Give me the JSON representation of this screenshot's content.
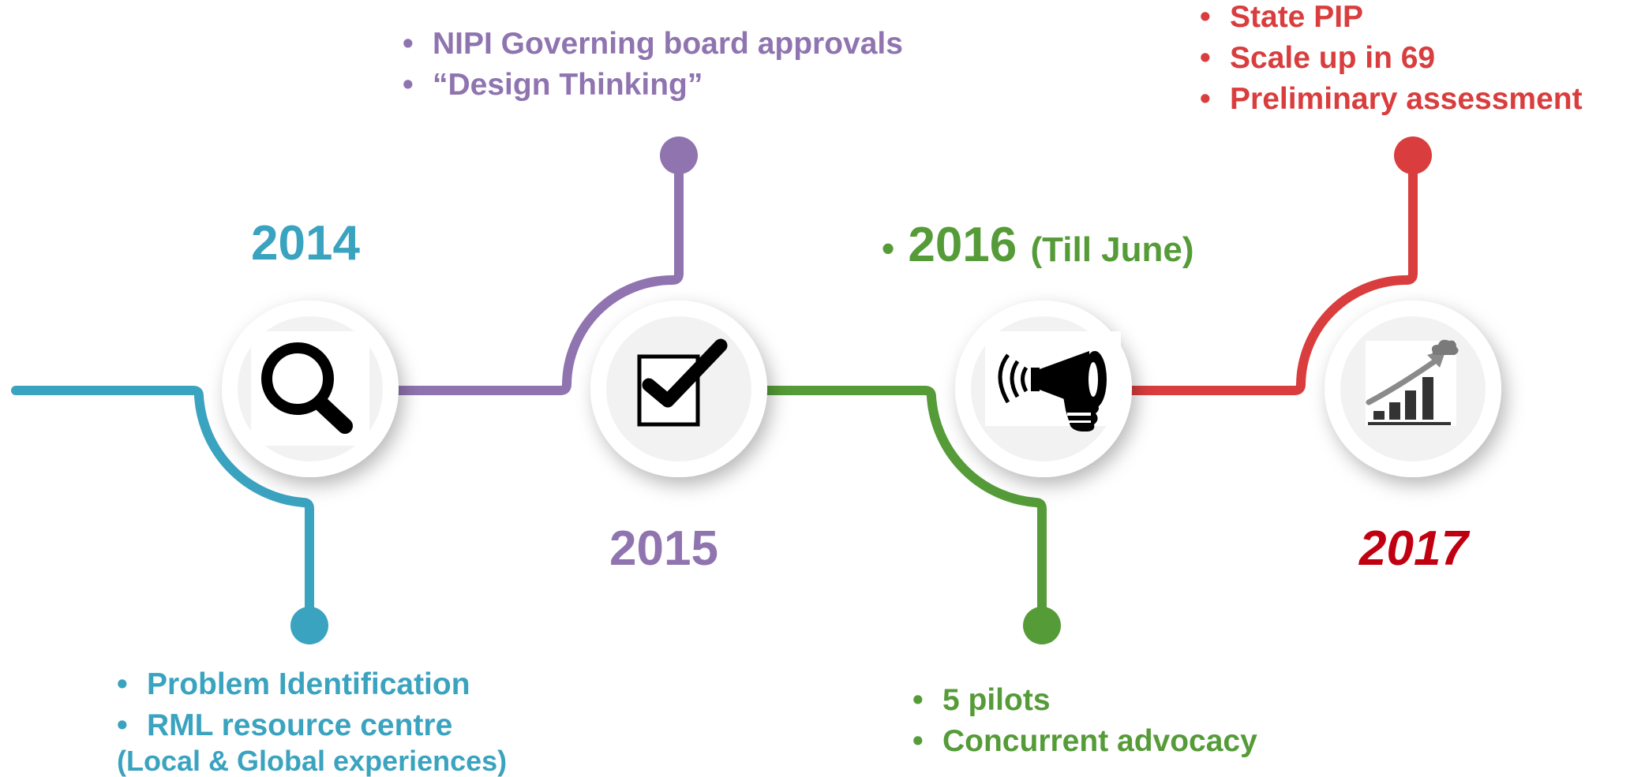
{
  "colors": {
    "teal": "#3aa3bf",
    "purple": "#8f74b0",
    "green": "#559b38",
    "red": "#d93d3d",
    "dark_red": "#c00010"
  },
  "milestones": [
    {
      "year": "2014",
      "icon": "magnifier-icon",
      "bullets": [
        "Problem Identification",
        "RML resource centre"
      ],
      "note": "(Local & Global experiences)"
    },
    {
      "year": "2015",
      "icon": "checkbox-check-icon",
      "bullets": [
        "NIPI Governing board approvals",
        "“Design Thinking”"
      ]
    },
    {
      "year": "2016",
      "year_suffix": "(Till June)",
      "icon": "megaphone-icon",
      "bullets": [
        "5 pilots",
        "Concurrent advocacy"
      ]
    },
    {
      "year": "2017",
      "icon": "growth-chart-icon",
      "bullets": [
        "State PIP",
        "Scale up in 69",
        "Preliminary assessment"
      ]
    }
  ]
}
